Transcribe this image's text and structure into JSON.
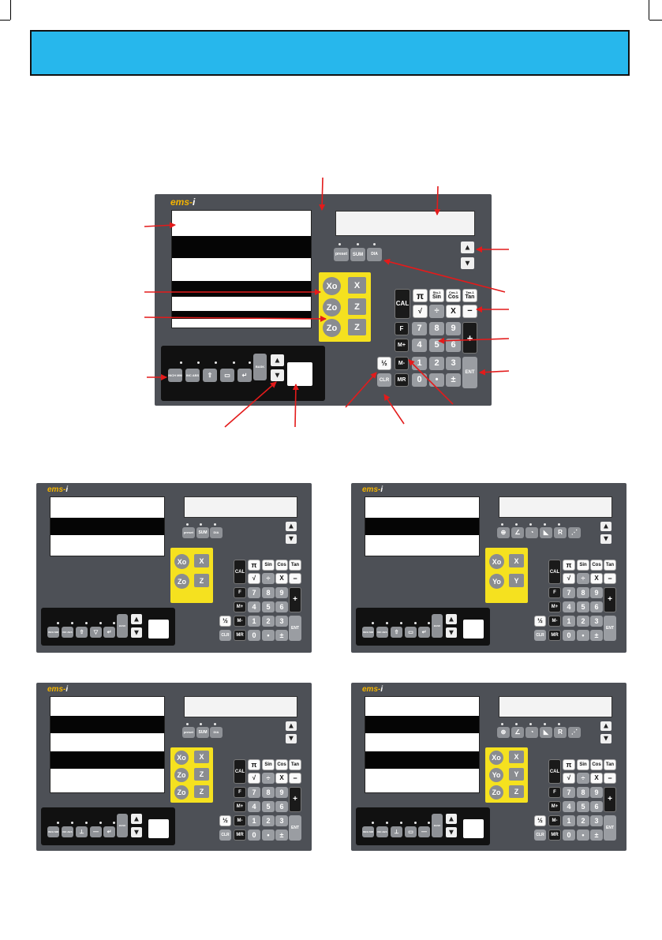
{
  "brand": {
    "name": "ems-",
    "slash": "i"
  },
  "keys": {
    "cal": "CAL",
    "pi": "π",
    "sin_top": "Sin-1",
    "sin": "Sin",
    "cos_top": "Cos-1",
    "cos": "Cos",
    "tan_top": "Tan-1",
    "tan": "Tan",
    "div": "÷",
    "mul": "X",
    "minus": "−",
    "plus": "+",
    "fn": "F",
    "mplus": "M+",
    "mminus": "M-",
    "mr": "MR",
    "half": "½",
    "clr": "CLR",
    "d7": "7",
    "d8": "8",
    "d9": "9",
    "d4": "4",
    "d5": "5",
    "d6": "6",
    "d1": "1",
    "d2": "2",
    "d3": "3",
    "d0": "0",
    "dot": "•",
    "pm": "±",
    "ent": "ENT",
    "preset": "preset",
    "sum": "SUM",
    "dia": "DIA",
    "inch_mm": "INCH MM",
    "inc_abs": "INC ABS",
    "bask": "BASK"
  },
  "axes": {
    "x": "X",
    "xo": "Xo",
    "y": "Y",
    "yo": "Yo",
    "z": "Z",
    "zo": "Zo",
    "z0": "Zo"
  },
  "colors": {
    "banner": "#27b7ec",
    "panel": "#4d5056",
    "yellow": "#f5e11f",
    "arrow": "#e31b1b",
    "brand": "#f4b400"
  }
}
